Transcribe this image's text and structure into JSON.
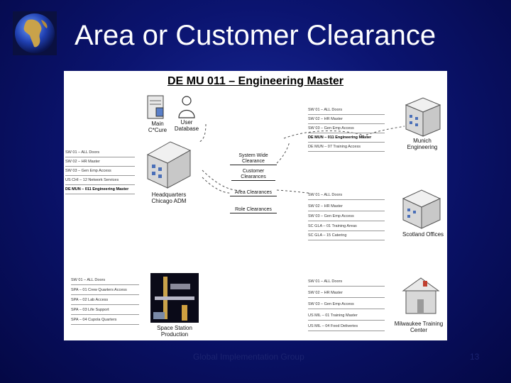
{
  "slide": {
    "title": "Area or Customer Clearance",
    "footer": "Global Implementation Group",
    "page_number": "13"
  },
  "diagram": {
    "heading": "DE MU 011 – Engineering Master",
    "nodes": {
      "main_ccure": "Main C*Cure",
      "user_database": "User Database",
      "headquarters": "Headquarters Chicago ADM",
      "munich": "Munich Engineering",
      "scotland": "Scotland Offices",
      "space_station": "Space Station Production",
      "milwaukee": "Milwaukee Training Center"
    },
    "clearance_types": {
      "system_wide": "System Wide Clearance",
      "customer": "Customer Clearances",
      "area": "Area Clearances",
      "role": "Role Clearances"
    },
    "lists": {
      "headquarters": [
        "SW 01 – ALL Doors",
        "SW 02 – HR Master",
        "SW 03 – Gen Emp Access",
        "US CHI – 12 Network Services",
        "DE MUN – 011 Engineering Master"
      ],
      "munich": [
        "SW 01 – ALL Doors",
        "SW 02 – HR Master",
        "SW 03 – Gen Emp Access",
        "DE MUN – 011 Engineering Master",
        "DE MUN – 07 Training Access"
      ],
      "scotland": [
        "SW 01 – ALL Doors",
        "SW 02 – HR Master",
        "SW 03 – Gen Emp Access",
        "SC GLA – 01 Training Areas",
        "SC GLA – 15 Catering"
      ],
      "space_station": [
        "SW 01 – ALL Doors",
        "SPA – 01 Crew Quarters Access",
        "SPA – 02 Lab Access",
        "SPA – 03 Life Support",
        "SPA – 04 Cupola Quarters"
      ],
      "milwaukee": [
        "SW 01 – ALL Doors",
        "SW 02 – HR Master",
        "SW 03 – Gen Emp Access",
        "US MIL – 01 Training Master",
        "US MIL – 04 Food Deliveries"
      ]
    },
    "highlighted": {
      "headquarters": 4,
      "munich": 3
    }
  }
}
